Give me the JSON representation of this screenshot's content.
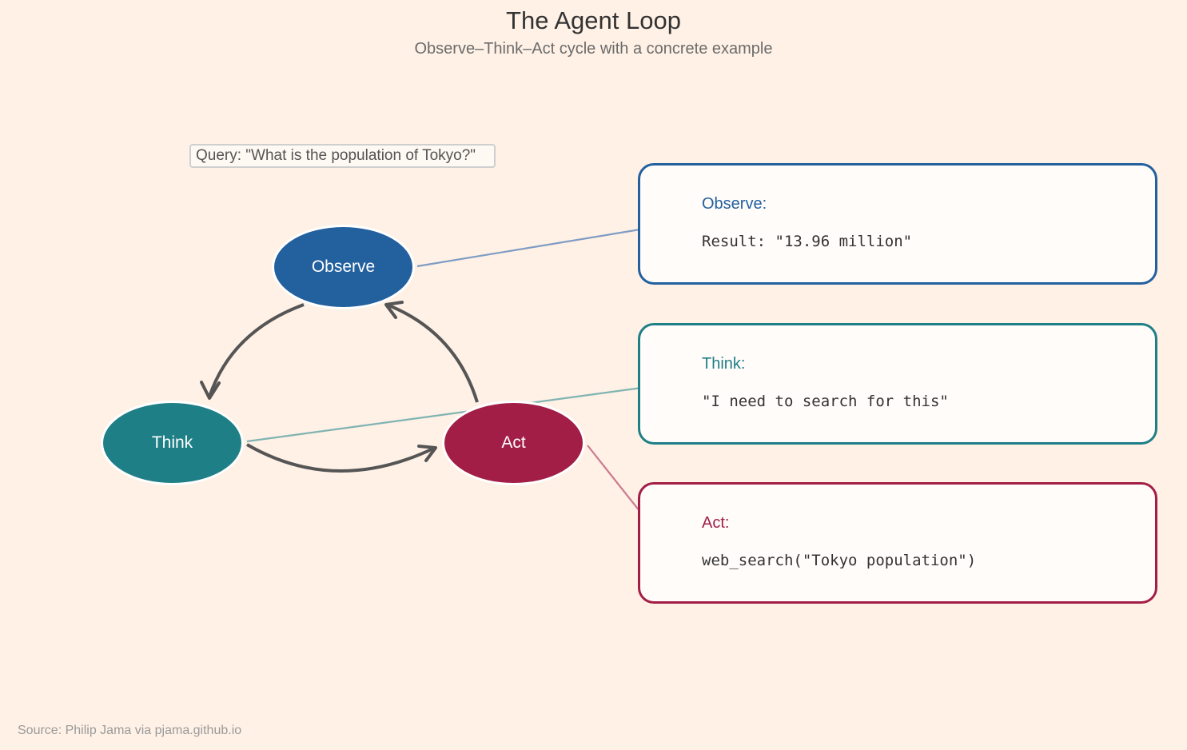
{
  "title": "The Agent Loop",
  "subtitle": "Observe–Think–Act cycle with a concrete example",
  "query": "Query: \"What is the population of Tokyo?\"",
  "nodes": {
    "observe": "Observe",
    "think": "Think",
    "act": "Act"
  },
  "cards": {
    "observe": {
      "heading": "Observe:",
      "body": "Result: \"13.96 million\""
    },
    "think": {
      "heading": "Think:",
      "body": "\"I need to search for this\""
    },
    "act": {
      "heading": "Act:",
      "body": "web_search(\"Tokyo population\")"
    }
  },
  "source": "Source: Philip Jama via pjama.github.io",
  "colors": {
    "background": "#fff1e6",
    "observe": "#23609e",
    "think": "#1f7f86",
    "act": "#a21e47",
    "cycle_arrow": "#555555"
  }
}
